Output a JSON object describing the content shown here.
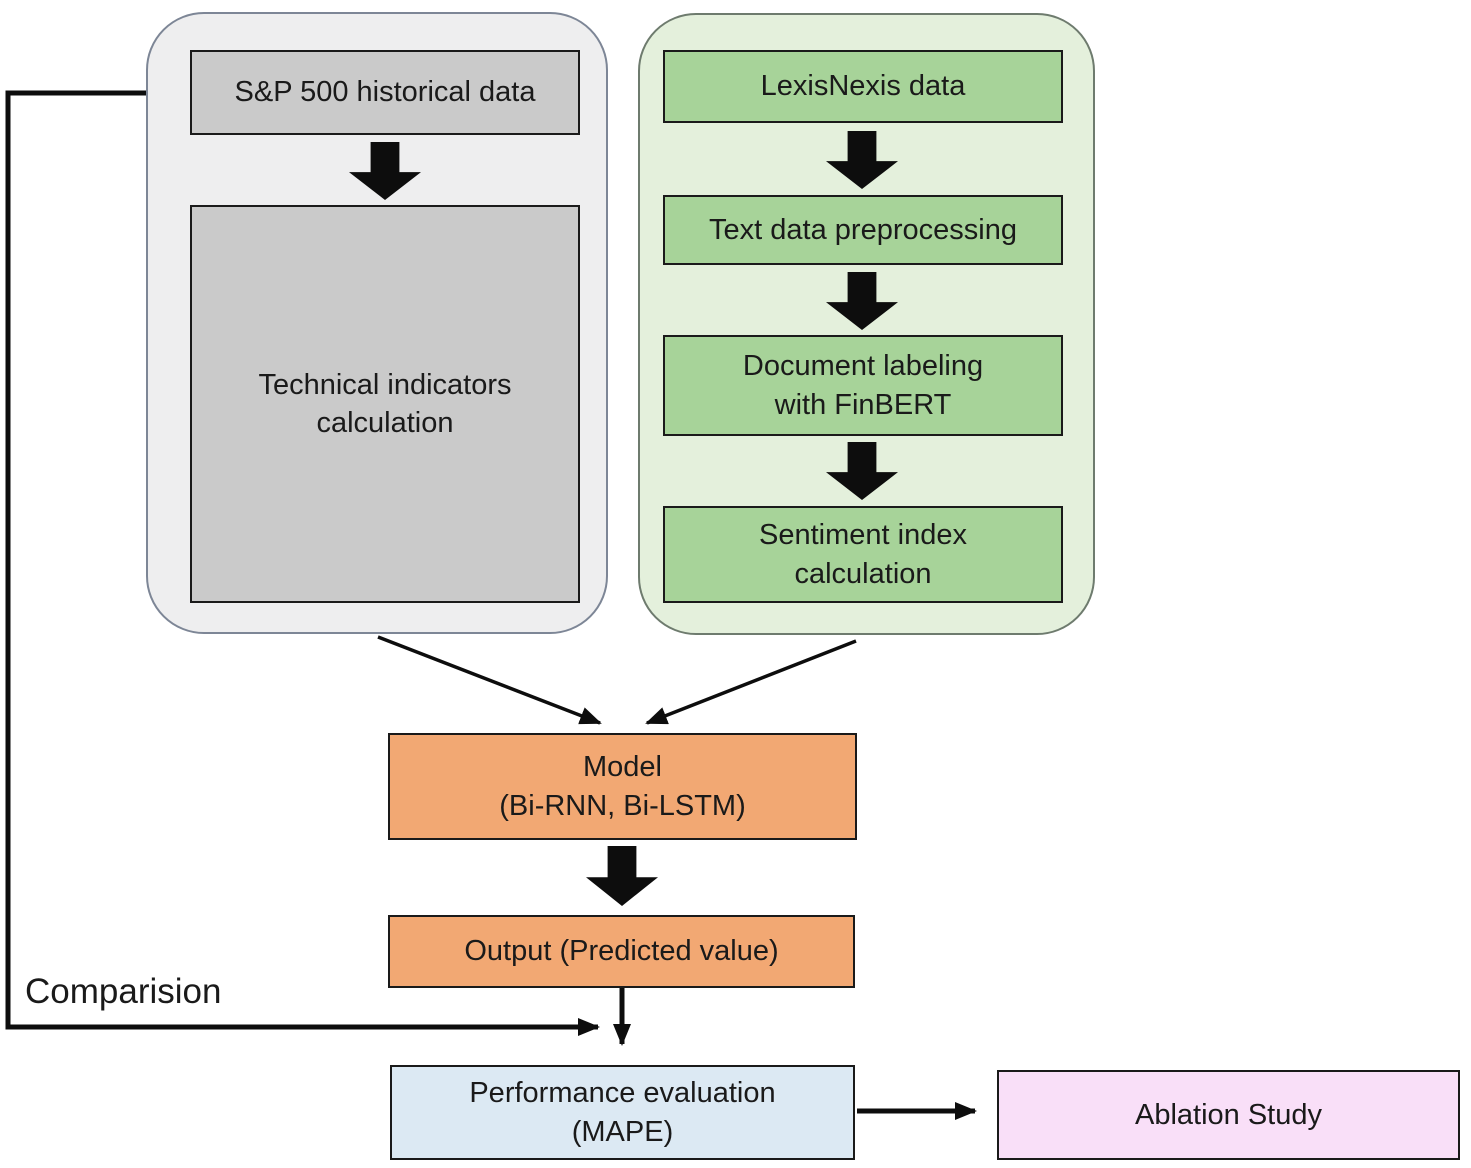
{
  "colors": {
    "left_panel_bg": "#eeeeef",
    "left_panel_border": "#7d8696",
    "gray_box_bg": "#cacaca",
    "green_panel_bg": "#e4f0dc",
    "green_panel_border": "#6e7b6e",
    "green_box_bg": "#a7d399",
    "orange_box_bg": "#f2a873",
    "blue_box_bg": "#dce9f3",
    "pink_box_bg": "#f9dff8",
    "box_border": "#1a1a1a",
    "line_color": "#0d0d0d"
  },
  "left_pipeline": {
    "source_box": "S&P 500 historical data",
    "process_box": "Technical indicators\ncalculation"
  },
  "right_pipeline": {
    "source_box": "LexisNexis data",
    "preprocess_box": "Text data preprocessing",
    "labeling_box": "Document labeling\nwith FinBERT",
    "sentiment_box": "Sentiment index\ncalculation"
  },
  "model_stage": {
    "model_box": "Model\n(Bi-RNN, Bi-LSTM)",
    "output_box": "Output (Predicted value)"
  },
  "evaluation_stage": {
    "comparison_label": "Comparision",
    "performance_box": "Performance evaluation\n(MAPE)",
    "ablation_box": "Ablation Study"
  }
}
